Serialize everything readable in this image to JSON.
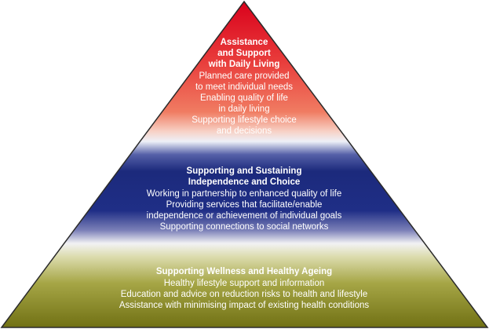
{
  "pyramid": {
    "tiers": [
      {
        "title_lines": [
          "Assistance",
          "and Support",
          "with Daily Living"
        ],
        "lines": [
          "Planned care provided",
          "to meet individual needs",
          "Enabling quality of life",
          "in daily living",
          "Supporting lifestyle choice",
          "and decisions"
        ]
      },
      {
        "title_lines": [
          "Supporting and Sustaining",
          "Independence and Choice"
        ],
        "lines": [
          "Working in partnership to enhanced quality of life",
          "Providing services that facilitate/enable",
          "independence or achievement of individual goals",
          "Supporting connections to social networks"
        ]
      },
      {
        "title_lines": [
          "Supporting Wellness and Healthy Ageing"
        ],
        "lines": [
          "Healthy lifestyle support and information",
          "Education and advice on reduction risks to health and lifestyle",
          "Assistance with minimising impact of existing health conditions"
        ]
      }
    ],
    "colors": {
      "top": "#e0152a",
      "top_light": "#f08a6e",
      "middle": "#1d2a7a",
      "middle_light": "#e8e8f4",
      "bottom": "#7a7a18",
      "bottom_light": "#c9c98a",
      "outline": "#2a2a2a"
    }
  }
}
